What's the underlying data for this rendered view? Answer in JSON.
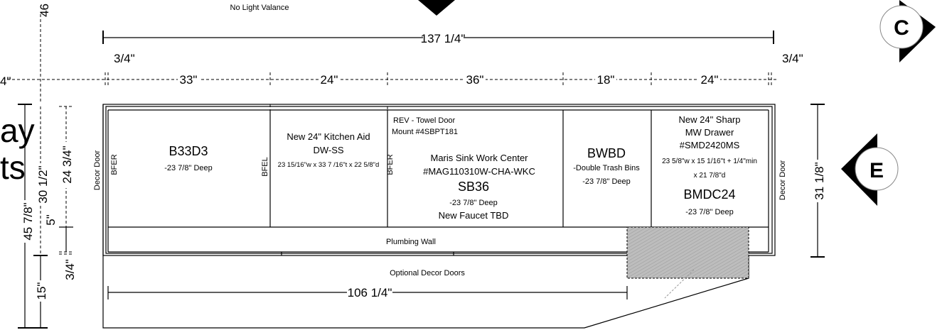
{
  "header": {
    "note": "No Light Valance",
    "cut_top_label": "46"
  },
  "left_partial": {
    "line1": "ay",
    "line2": "ts",
    "dim_left": "4\""
  },
  "dimensions": {
    "overall_width": "137 1/4\"",
    "left_filler": "3/4\"",
    "right_filler": "3/4\"",
    "sections": [
      "33\"",
      "24\"",
      "36\"",
      "18\"",
      "24\""
    ],
    "overall_height": "45 7/8\"",
    "counter_height": "30 1/2\"",
    "base_height": "15\"",
    "cabinet_height": "24 3/4\"",
    "toe_kick": "5\"",
    "toe_gap": "3/4\"",
    "island_depth": "31 1/8\"",
    "decor_run": "106 1/4\""
  },
  "markers": {
    "c": "C",
    "e": "E"
  },
  "cabinets": [
    {
      "code": "B33D3",
      "depth": "-23 7/8\" Deep",
      "left_label": "BFER"
    },
    {
      "title1": "New 24\" Kitchen Aid",
      "title2": "DW-SS",
      "size": "23 15/16\"w x 33 7 /16\"t x 22 5/8\"d",
      "left_label": "BFEL"
    },
    {
      "note1": "REV - Towel Door",
      "note2": "Mount #4SBPT181",
      "title1": "Maris Sink Work Center",
      "title2": "#MAG110310W-CHA-WKC",
      "code": "SB36",
      "depth": "-23 7/8\" Deep",
      "faucet": "New Faucet TBD",
      "left_label": "BFER"
    },
    {
      "code": "BWBD",
      "desc": "-Double Trash Bins",
      "depth": "-23 7/8\" Deep"
    },
    {
      "title1": "New 24\" Sharp",
      "title2": "MW Drawer",
      "title3": "#SMD2420MS",
      "size1": "23 5/8\"w x 15 1/16\"t + 1/4\"min",
      "size2": "x 21 7/8\"d",
      "code": "BMDC24",
      "depth": "-23 7/8\" Deep"
    }
  ],
  "labels": {
    "decor_door_left": "Decor Door",
    "decor_door_right": "Decor Door",
    "plumbing_wall": "Plumbing Wall",
    "optional_decor": "Optional Decor Doors"
  }
}
